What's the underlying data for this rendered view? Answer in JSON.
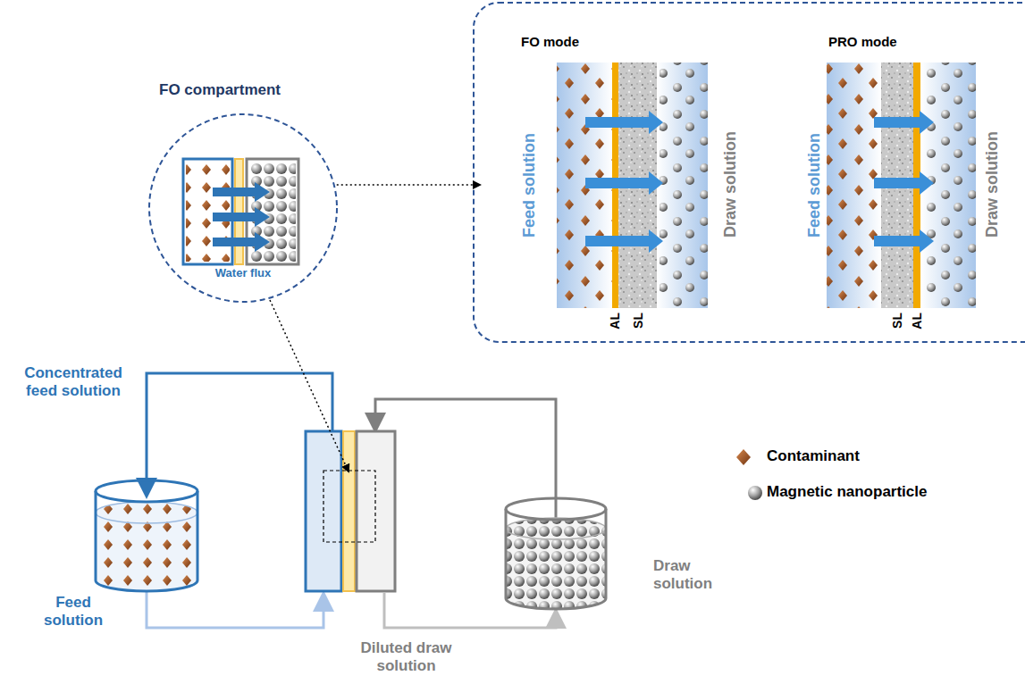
{
  "diagram": {
    "nodes": [
      {
        "text": [
          "FO compartment",
          "Water flux"
        ]
      },
      {
        "text": [
          "FO mode",
          "Feed solution",
          "Draw solution"
        ]
      },
      {
        "text": [
          "PRO mode",
          "Feed solution",
          "Draw solution"
        ]
      },
      {
        "text": [
          "Feed solution"
        ]
      },
      {
        "text": [
          "Draw solution"
        ]
      }
    ],
    "edges": [
      {
        "from": 0,
        "to": 1,
        "arrow": "to"
      }
    ],
    "labels": [
      "AL",
      "SL",
      "SL",
      "AL",
      "Concentrated feed solution",
      "Diluted draw solution"
    ],
    "legend": [
      {
        "text": "Contaminant"
      },
      {
        "text": "Magnetic nanoparticle"
      }
    ]
  }
}
